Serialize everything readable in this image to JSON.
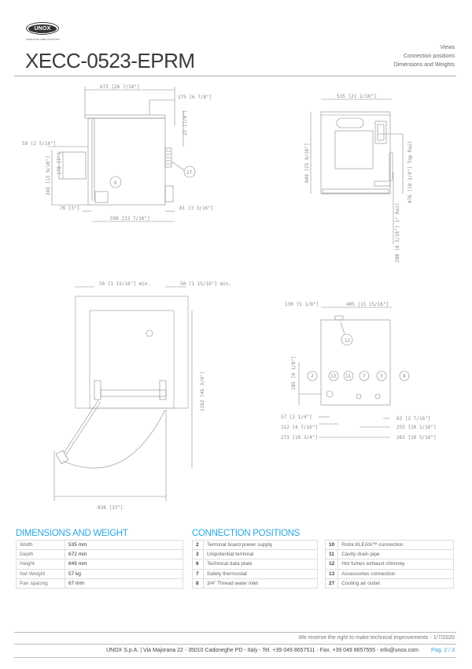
{
  "header": {
    "logo_text": "UNOX",
    "tagline": "INVENTIVE SIMPLIFICATION",
    "title": "XECC-0523-EPRM",
    "sections": [
      "Views",
      "Connection positions",
      "Dimensions and Weights"
    ]
  },
  "drawings": {
    "side_view": {
      "dims": [
        "672 [26 7/16\"]",
        "175 [6 7/8\"]",
        "22 [7/8\"]",
        "59 [2 5/16\"]",
        "178 [7\"]",
        "345 [13 9/16\"]",
        "76 [3\"]",
        "81 [3 3/16\"]",
        "596 [23 7/16\"]"
      ],
      "callouts": [
        "6",
        "27"
      ]
    },
    "front_view": {
      "dims": [
        "535 [21 1/16\"]",
        "649 [25 9/16\"]",
        "476 [18 3/4\"] Top Rail",
        "208 [8 3/16\"] 1° Rail"
      ]
    },
    "plan_view": {
      "dims": [
        "50 [1 15/16\"] min.",
        "50 [1 15/16\"] min.",
        "1162 [45 3/4\"]",
        "838 [33\"]"
      ]
    },
    "rear_view": {
      "dims": [
        "130 [5 1/8\"]",
        "405 [15 15/16\"]",
        "105 [4 1/8\"]",
        "57 [2 1/4\"]",
        "112 [4 7/16\"]",
        "273 [10 3/4\"]",
        "62 [2 7/16\"]",
        "255 [10 1/16\"]",
        "263 [10 5/16\"]"
      ],
      "callouts": [
        "12",
        "2",
        "13",
        "11",
        "7",
        "3",
        "8"
      ]
    }
  },
  "dimensions_and_weight": {
    "title": "DIMENSIONS AND WEIGHT",
    "rows": [
      {
        "label": "Width",
        "value": "535 mm"
      },
      {
        "label": "Depth",
        "value": "672 mm"
      },
      {
        "label": "Height",
        "value": "649 mm"
      },
      {
        "label": "Net Weight",
        "value": "57 kg"
      },
      {
        "label": "Pan spacing",
        "value": "67 mm"
      }
    ]
  },
  "connection_positions": {
    "title": "CONNECTION POSITIONS",
    "left": [
      {
        "num": "2",
        "desc": "Terminal board power supply"
      },
      {
        "num": "3",
        "desc": "Unipotential terminal"
      },
      {
        "num": "6",
        "desc": "Technical data plate"
      },
      {
        "num": "7",
        "desc": "Safety thermostat"
      },
      {
        "num": "8",
        "desc": "3/4\" Thread water inlet"
      }
    ],
    "right": [
      {
        "num": "10",
        "desc": "Rotor.KLEAN™ connection"
      },
      {
        "num": "11",
        "desc": "Cavity drain pipe"
      },
      {
        "num": "12",
        "desc": "Hot fumes exhaust chimney"
      },
      {
        "num": "13",
        "desc": "Accessories connection"
      },
      {
        "num": "27",
        "desc": "Cooling air outlet"
      }
    ]
  },
  "footer": {
    "note": "We reserve the right to make technical improvements - 1/7/2020",
    "address": "UNOX S.p.A. | Via Majorana 22 - 35010 Cadoneghe PD - Italy - Tel. +39 049 8657511 - Fax. +39 049 8657555 - info@unox.com",
    "page": "Pag. 2 / 3"
  },
  "colors": {
    "accent": "#2aa6e0",
    "text": "#333333",
    "line": "#888888"
  }
}
